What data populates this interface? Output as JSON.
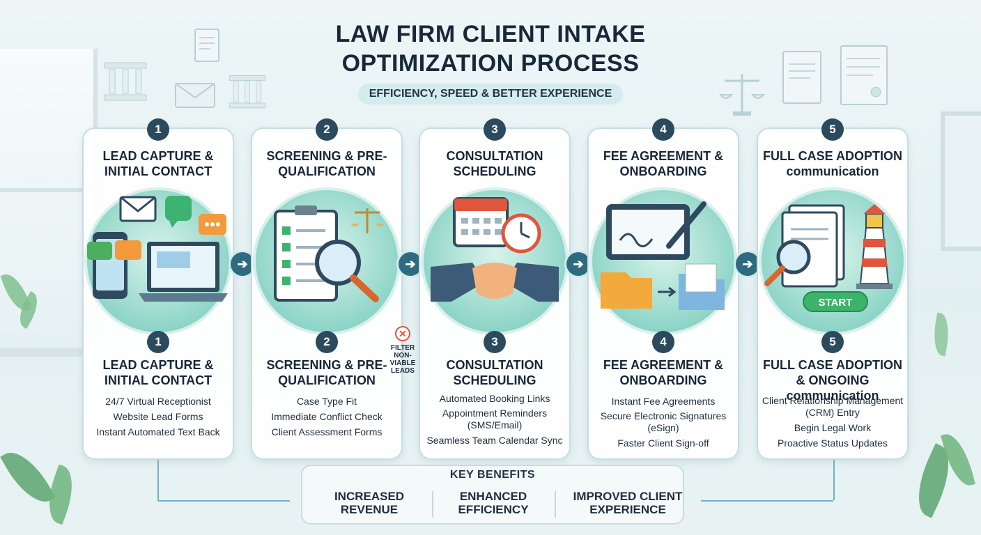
{
  "header": {
    "title_line1": "LAW FIRM CLIENT INTAKE",
    "title_line2": "OPTIMIZATION PROCESS",
    "subtitle": "EFFICIENCY, SPEED & BETTER EXPERIENCE"
  },
  "steps": [
    {
      "number": "1",
      "title": "LEAD CAPTURE & INITIAL CONTACT",
      "title2": "LEAD CAPTURE & INITIAL CONTACT",
      "icons": [
        "phone-icon",
        "laptop-icon",
        "email-icon",
        "chat-icon"
      ],
      "bullets": [
        "24/7 Virtual Receptionist",
        "Website Lead Forms",
        "Instant Automated Text Back"
      ]
    },
    {
      "number": "2",
      "title": "SCREENING & PRE-QUALIFICATION",
      "title2": "SCREENING & PRE-QUALIFICATION",
      "icons": [
        "checklist-icon",
        "magnifier-icon",
        "scales-icon"
      ],
      "bullets": [
        "Case Type Fit",
        "Immediate Conflict Check",
        "Client Assessment Forms"
      ]
    },
    {
      "number": "3",
      "title": "CONSULTATION SCHEDULING",
      "title2": "CONSULTATION SCHEDULING",
      "icons": [
        "calendar-icon",
        "alarm-clock-icon",
        "handshake-icon"
      ],
      "bullets": [
        "Automated Booking Links",
        "Appointment Reminders (SMS/Email)",
        "Seamless Team Calendar Sync"
      ]
    },
    {
      "number": "4",
      "title": "FEE AGREEMENT & ONBOARDING",
      "title2": "FEE AGREEMENT & ONBOARDING",
      "icons": [
        "tablet-signature-icon",
        "pen-icon",
        "folder-icon"
      ],
      "bullets": [
        "Instant Fee Agreements",
        "Secure Electronic Signatures (eSign)",
        "Faster Client Sign-off"
      ]
    },
    {
      "number": "5",
      "title": "FULL CASE ADOPTION communication",
      "title2": "FULL CASE ADOPTION & ONGOING communication",
      "icons": [
        "documents-icon",
        "magnifier-icon",
        "lighthouse-icon"
      ],
      "start_label": "START",
      "bullets": [
        "Client Relationship Management (CRM) Entry",
        "Begin Legal Work",
        "Proactive Status Updates"
      ]
    }
  ],
  "filter": {
    "label": "FILTER NON-VIABLE LEADS"
  },
  "benefits": {
    "heading": "KEY BENEFITS",
    "items": [
      "INCREASED REVENUE",
      "ENHANCED EFFICIENCY",
      "IMPROVED CLIENT EXPERIENCE"
    ]
  },
  "colors": {
    "badge": "#2c4a5e",
    "arrow": "#2f6b80",
    "circle_teal": "#6fc6bb",
    "start_green": "#3bb36a",
    "filter_red": "#e0553c"
  }
}
